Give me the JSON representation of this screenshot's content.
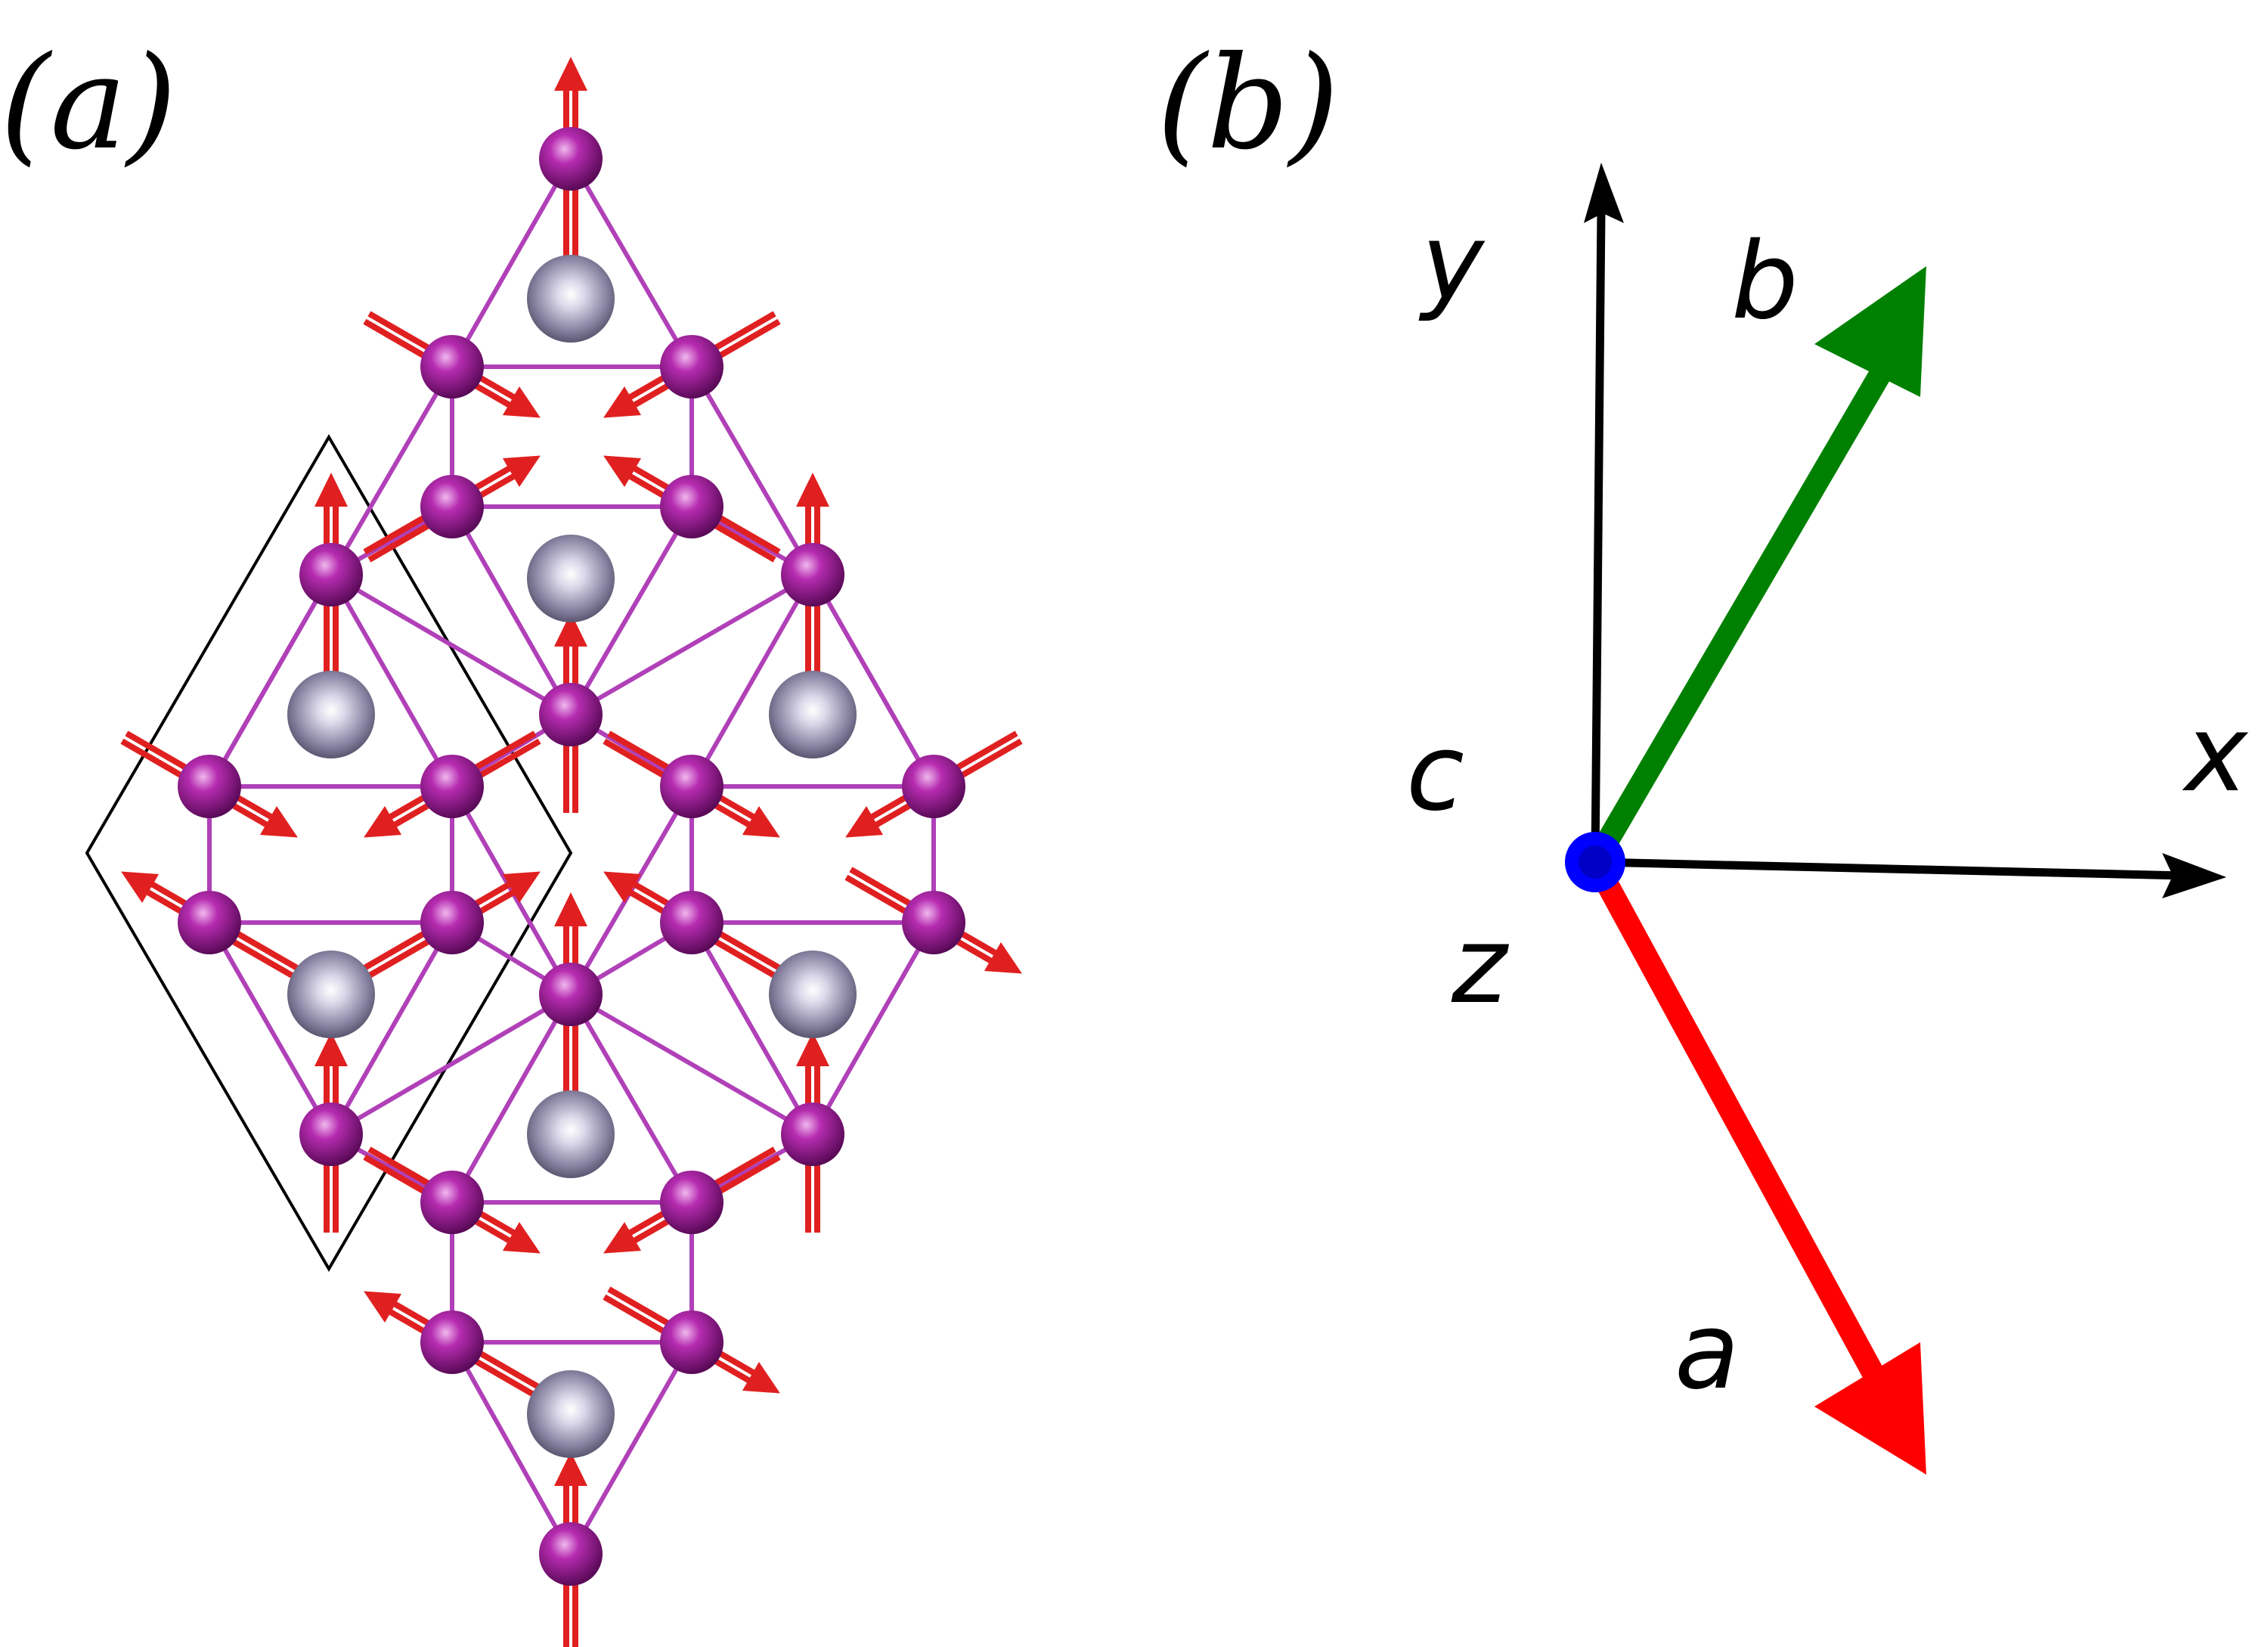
{
  "panel_a": {
    "label": "(a)",
    "description_colors": {
      "magnetic_atom": "#a0209a",
      "nonmagnetic_atom": "#8a86a6",
      "bond": "#b040b8",
      "spin_arrow": "#e02020",
      "unit_cell": "#000000"
    }
  },
  "panel_b": {
    "label": "(b)",
    "axes": {
      "y": "y",
      "x": "x",
      "c": "c",
      "z": "z",
      "a": "a",
      "b": "b"
    },
    "colors": {
      "cartesian_axis": "#000000",
      "a_vector": "#ff0000",
      "b_vector": "#008000",
      "c_vector": "#0000ff"
    }
  }
}
